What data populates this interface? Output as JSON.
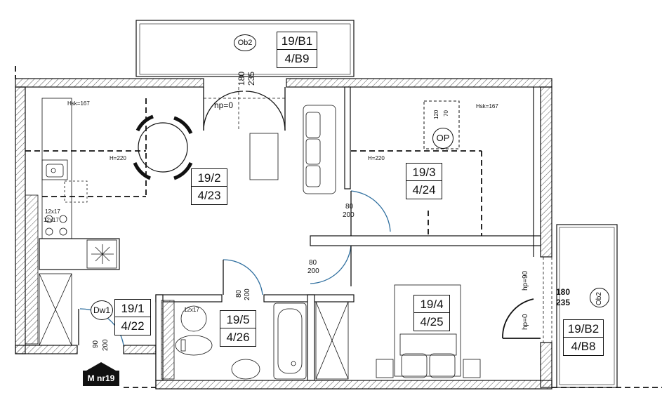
{
  "rooms": {
    "balcony_top": {
      "code": "19/B1",
      "area": "4/B9"
    },
    "living": {
      "code": "19/2",
      "area": "4/23"
    },
    "bedroom_top": {
      "code": "19/3",
      "area": "4/24"
    },
    "hall": {
      "code": "19/1",
      "area": "4/22"
    },
    "bathroom": {
      "code": "19/5",
      "area": "4/26"
    },
    "bedroom_bottom": {
      "code": "19/4",
      "area": "4/25"
    },
    "balcony_right": {
      "code": "19/B2",
      "area": "4/B8"
    }
  },
  "symbols": {
    "ob2_top": "Ob2",
    "ob2_right": "Ob2",
    "op": "OP",
    "dw1": "Dw1"
  },
  "labels": {
    "hsk_left": "Hsk=167",
    "hsk_right": "Hsk=167",
    "h220_left": "H=220",
    "h220_right": "H=220",
    "hp0_top": "hp=0",
    "hp0_right": "hp=0",
    "hp90_right": "hp=90",
    "op_dim_70": "70",
    "op_dim_120": "120",
    "vent_a": "12x17",
    "vent_b": "12x17",
    "vent_c": "12x17"
  },
  "doors": {
    "balcony_top": {
      "width": "180",
      "height": "235"
    },
    "bedroom_top": {
      "width": "80",
      "height": "200"
    },
    "bedroom_bottom": {
      "width": "80",
      "height": "200"
    },
    "bathroom": {
      "width": "80",
      "height": "200"
    },
    "entrance": {
      "width": "90",
      "height": "200"
    },
    "balcony_right": {
      "width": "180",
      "height": "235"
    }
  },
  "entrance_label": "M nr19",
  "colors": {
    "lines": "#111111",
    "door_swing": "#2f6f9f",
    "hatch": "#555555"
  }
}
